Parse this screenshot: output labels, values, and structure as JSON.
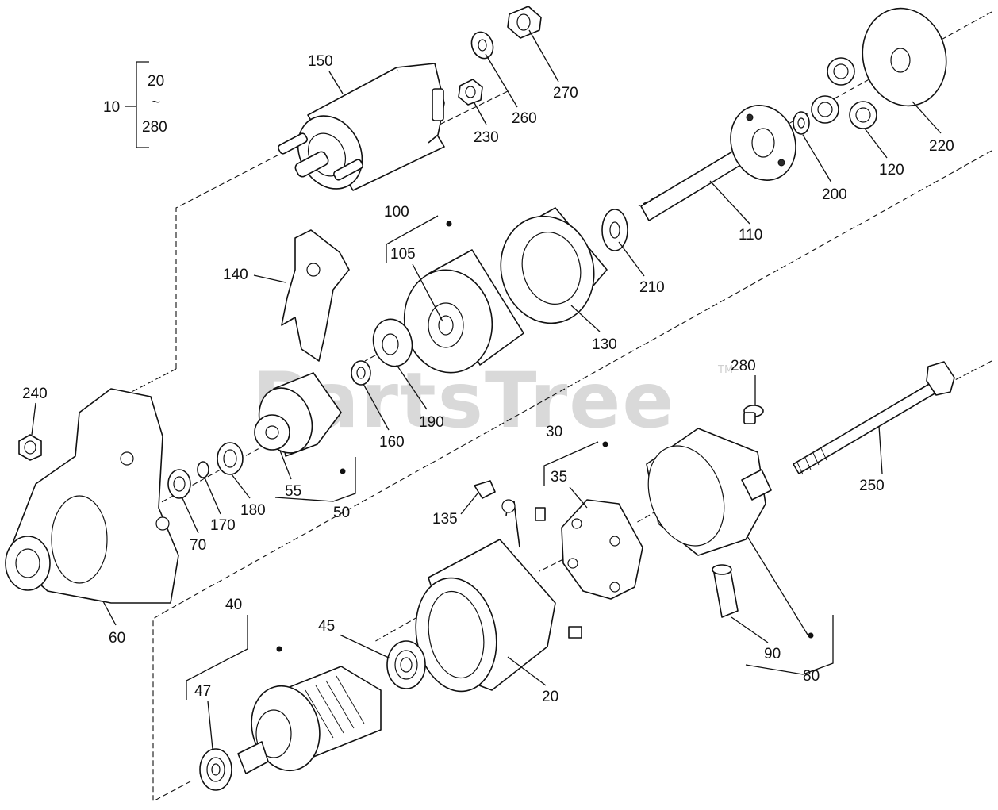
{
  "watermark": {
    "text": "PartsTree",
    "trademark": "TM"
  },
  "group": {
    "top": "20",
    "tilde": "~",
    "bottom": "280",
    "label": "10"
  },
  "callouts": {
    "c150": "150",
    "c270": "270",
    "c260": "260",
    "c230": "230",
    "c220": "220",
    "c120": "120",
    "c200": "200",
    "c110": "110",
    "c100": "100",
    "c105": "105",
    "c140": "140",
    "c210": "210",
    "c130": "130",
    "c190": "190",
    "c160": "160",
    "c240": "240",
    "c280": "280",
    "c55": "55",
    "c50": "50",
    "c70": "70",
    "c170": "170",
    "c180": "180",
    "c60": "60",
    "c30": "30",
    "c35": "35",
    "c135": "135",
    "c250": "250",
    "c40": "40",
    "c45": "45",
    "c47": "47",
    "c20": "20",
    "c90": "90",
    "c80": "80"
  }
}
